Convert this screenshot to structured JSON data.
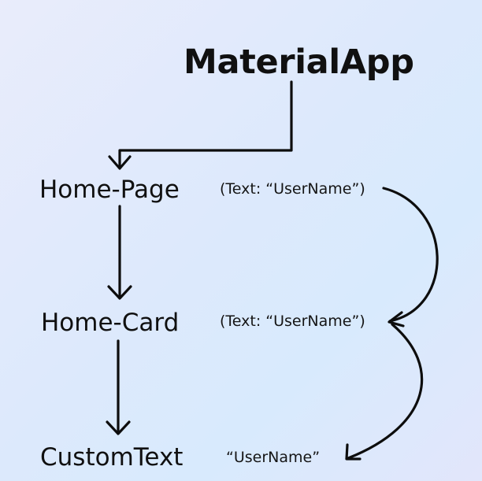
{
  "diagram": {
    "root": "MaterialApp",
    "nodes": [
      {
        "label": "Home-Page",
        "annotation": "(Text: “UserName”)"
      },
      {
        "label": "Home-Card",
        "annotation": "(Text: “UserName”)"
      },
      {
        "label": "CustomText",
        "annotation": "“UserName”"
      }
    ],
    "edges": [
      {
        "from": "MaterialApp",
        "to": "Home-Page"
      },
      {
        "from": "Home-Page",
        "to": "Home-Card"
      },
      {
        "from": "Home-Card",
        "to": "CustomText"
      }
    ],
    "data_flow_arrows": [
      {
        "from": "Home-Page",
        "to": "Home-Card"
      },
      {
        "from": "Home-Card",
        "to": "CustomText"
      }
    ]
  }
}
